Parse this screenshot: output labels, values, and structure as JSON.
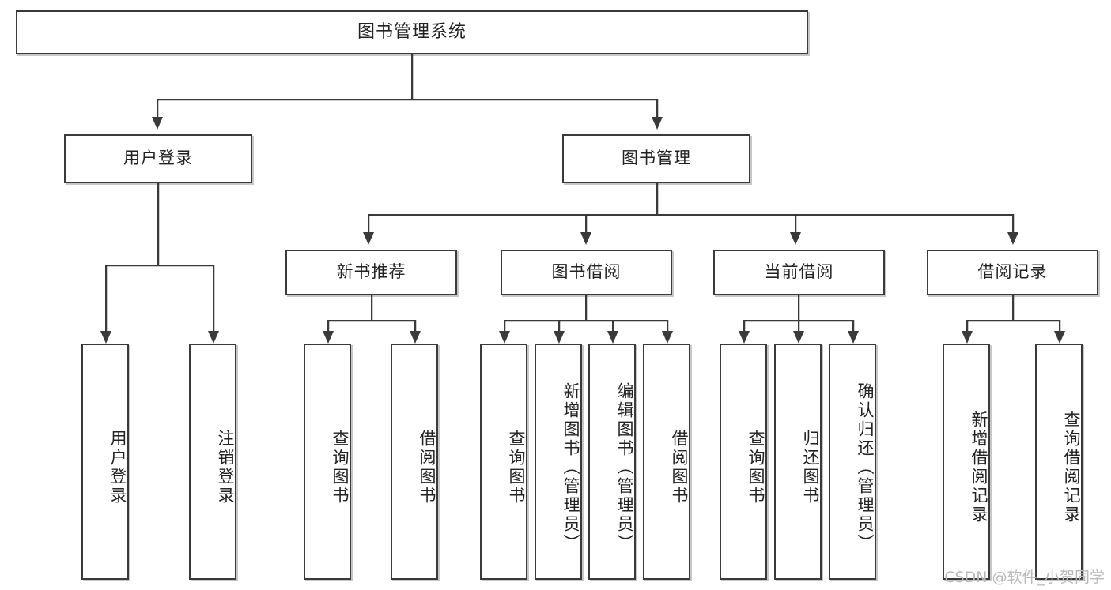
{
  "diagram": {
    "title": "图书管理系统",
    "type": "tree",
    "root": {
      "label": "图书管理系统"
    },
    "level2": [
      {
        "label": "用户登录"
      },
      {
        "label": "图书管理"
      }
    ],
    "level3": [
      {
        "label": "新书推荐"
      },
      {
        "label": "图书借阅"
      },
      {
        "label": "当前借阅"
      },
      {
        "label": "借阅记录"
      }
    ],
    "leaves": {
      "user_login": [
        {
          "label": "用户登录"
        },
        {
          "label": "注销登录"
        }
      ],
      "new_book_recommend": [
        {
          "label": "查询图书"
        },
        {
          "label": "借阅图书"
        }
      ],
      "book_borrow": [
        {
          "label": "查询图书"
        },
        {
          "label": "新增图书（管理员）"
        },
        {
          "label": "编辑图书（管理员）"
        },
        {
          "label": "借阅图书"
        }
      ],
      "current_borrow": [
        {
          "label": "查询图书"
        },
        {
          "label": "归还图书"
        },
        {
          "label": "确认归还（管理员）"
        }
      ],
      "borrow_record": [
        {
          "label": "新增借阅记录"
        },
        {
          "label": "查询借阅记录"
        }
      ]
    }
  },
  "watermark": {
    "text": "CSDN @软件_小贺同学"
  },
  "colors": {
    "stroke": "#3a3a3a",
    "text": "#222222",
    "background": "#ffffff",
    "watermark": "#b9b9b9"
  }
}
